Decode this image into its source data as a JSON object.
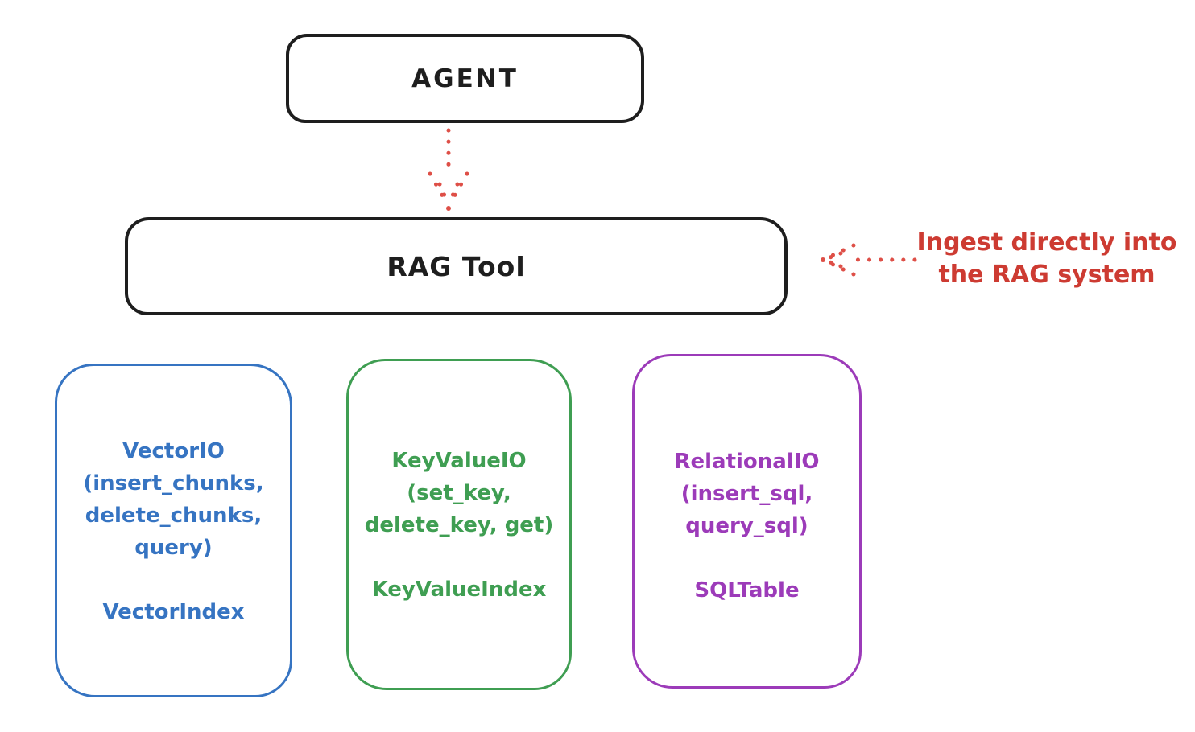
{
  "colors": {
    "ink": "#1e1e1e",
    "red_text": "#cd3b32",
    "red_arrow": "#de4f47",
    "blue": "#3674c2",
    "green": "#3f9e52",
    "purple": "#9c3bb9",
    "background": "#ffffff"
  },
  "nodes": {
    "agent": {
      "label": "AGENT"
    },
    "rag_tool": {
      "label": "RAG Tool"
    }
  },
  "annotation": {
    "lines": [
      "Ingest directly into",
      "the RAG system"
    ]
  },
  "arrows": [
    {
      "name": "agent-to-rag-tool",
      "style": "dotted",
      "direction": "down"
    },
    {
      "name": "annotation-to-rag-tool",
      "style": "dotted",
      "direction": "left"
    }
  ],
  "cards": [
    {
      "name": "vector-io",
      "color": "#3674c2",
      "lines": [
        "VectorIO",
        "(insert_chunks,",
        "delete_chunks,",
        "query)"
      ],
      "footer": "VectorIndex"
    },
    {
      "name": "keyvalue-io",
      "color": "#3f9e52",
      "lines": [
        "KeyValueIO",
        "(set_key,",
        "delete_key, get)"
      ],
      "footer": "KeyValueIndex"
    },
    {
      "name": "relational-io",
      "color": "#9c3bb9",
      "lines": [
        "RelationalIO",
        "(insert_sql,",
        "query_sql)"
      ],
      "footer": "SQLTable"
    }
  ]
}
